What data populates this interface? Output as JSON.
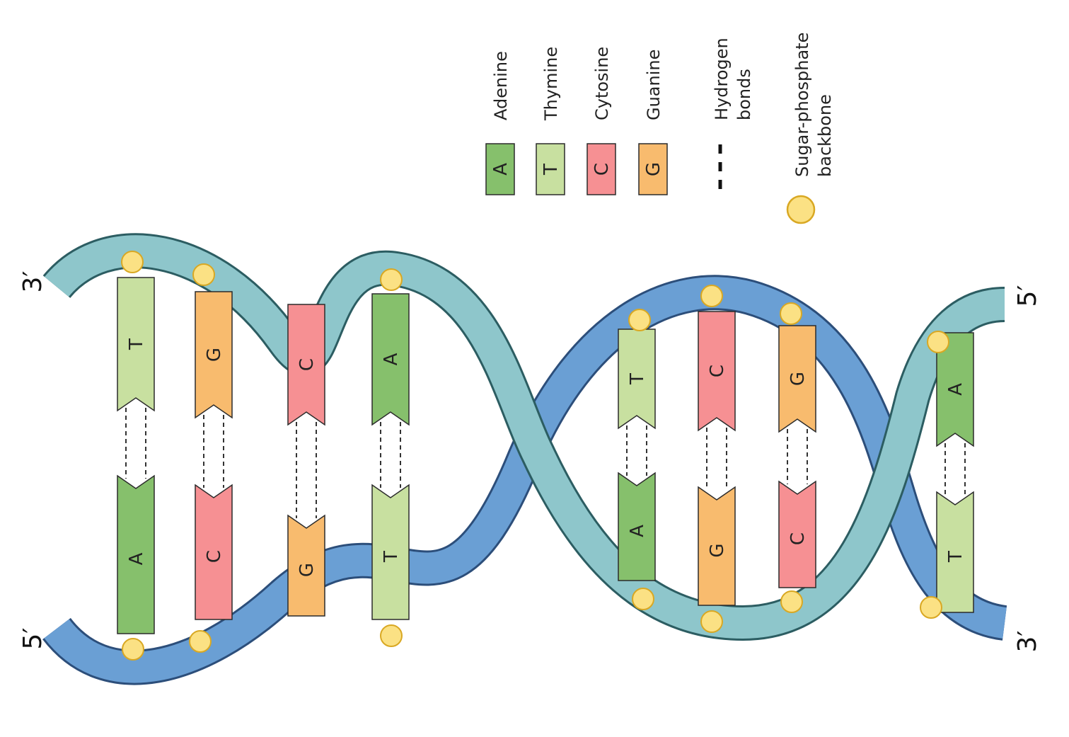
{
  "colors": {
    "adenine": "#86c06c",
    "thymine": "#c8e0a0",
    "cytosine": "#f69093",
    "guanine": "#f8bb6e",
    "backbone_front": "#8ec6cb",
    "backbone_back": "#6a9fd4",
    "phosphate": "#fbe184",
    "phosphate_stroke": "#d9a823",
    "outline": "#2b2b2b"
  },
  "legend": {
    "items": [
      {
        "key": "A",
        "name": "Adenine",
        "color": "#86c06c"
      },
      {
        "key": "T",
        "name": "Thymine",
        "color": "#c8e0a0"
      },
      {
        "key": "C",
        "name": "Cytosine",
        "color": "#f69093"
      },
      {
        "key": "G",
        "name": "Guanine",
        "color": "#f8bb6e"
      }
    ],
    "hydrogen": {
      "line1": "Hydrogen",
      "line2": "bonds"
    },
    "backbone": {
      "line1": "Sugar-phosphate",
      "line2": "backbone"
    }
  },
  "strand_ends": {
    "top_left": "3′",
    "bottom_left": "5′",
    "top_right": "5′",
    "bottom_right": "3′"
  },
  "base_pairs": [
    {
      "top": "T",
      "bottom": "A"
    },
    {
      "top": "G",
      "bottom": "C"
    },
    {
      "top": "C",
      "bottom": "G"
    },
    {
      "top": "A",
      "bottom": "T"
    },
    {
      "top": "T",
      "bottom": "A"
    },
    {
      "top": "C",
      "bottom": "G"
    },
    {
      "top": "G",
      "bottom": "C"
    },
    {
      "top": "A",
      "bottom": "T"
    }
  ]
}
